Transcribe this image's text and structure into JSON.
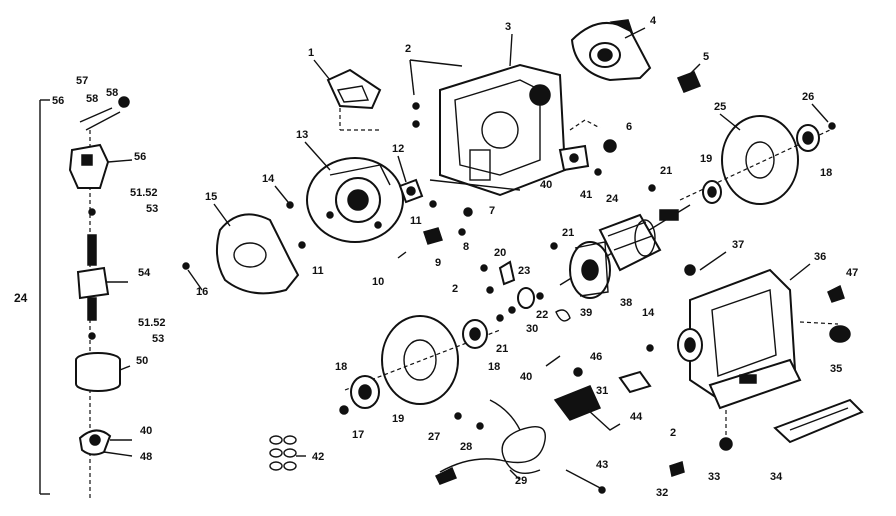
{
  "callouts": [
    {
      "id": "c1",
      "text": "1"
    },
    {
      "id": "c2a",
      "text": "2"
    },
    {
      "id": "c3",
      "text": "3"
    },
    {
      "id": "c4",
      "text": "4"
    },
    {
      "id": "c5",
      "text": "5"
    },
    {
      "id": "c6",
      "text": "6"
    },
    {
      "id": "c7",
      "text": "7"
    },
    {
      "id": "c8",
      "text": "8"
    },
    {
      "id": "c9",
      "text": "9"
    },
    {
      "id": "c10",
      "text": "10"
    },
    {
      "id": "c11a",
      "text": "11"
    },
    {
      "id": "c11b",
      "text": "11"
    },
    {
      "id": "c12",
      "text": "12"
    },
    {
      "id": "c13",
      "text": "13"
    },
    {
      "id": "c14a",
      "text": "14"
    },
    {
      "id": "c14b",
      "text": "14"
    },
    {
      "id": "c15",
      "text": "15"
    },
    {
      "id": "c16",
      "text": "16"
    },
    {
      "id": "c17",
      "text": "17"
    },
    {
      "id": "c18a",
      "text": "18"
    },
    {
      "id": "c18b",
      "text": "18"
    },
    {
      "id": "c18c",
      "text": "18"
    },
    {
      "id": "c19a",
      "text": "19"
    },
    {
      "id": "c19b",
      "text": "19"
    },
    {
      "id": "c20",
      "text": "20"
    },
    {
      "id": "c21a",
      "text": "21"
    },
    {
      "id": "c21b",
      "text": "21"
    },
    {
      "id": "c21c",
      "text": "21"
    },
    {
      "id": "c22",
      "text": "22"
    },
    {
      "id": "c23",
      "text": "23"
    },
    {
      "id": "c24a",
      "text": "24"
    },
    {
      "id": "c24b",
      "text": "24"
    },
    {
      "id": "c25",
      "text": "25"
    },
    {
      "id": "c26",
      "text": "26"
    },
    {
      "id": "c27",
      "text": "27"
    },
    {
      "id": "c28",
      "text": "28"
    },
    {
      "id": "c29",
      "text": "29"
    },
    {
      "id": "c30",
      "text": "30"
    },
    {
      "id": "c31",
      "text": "31"
    },
    {
      "id": "c32",
      "text": "32"
    },
    {
      "id": "c33",
      "text": "33"
    },
    {
      "id": "c34",
      "text": "34"
    },
    {
      "id": "c35",
      "text": "35"
    },
    {
      "id": "c36",
      "text": "36"
    },
    {
      "id": "c37",
      "text": "37"
    },
    {
      "id": "c38",
      "text": "38"
    },
    {
      "id": "c39",
      "text": "39"
    },
    {
      "id": "c40a",
      "text": "40"
    },
    {
      "id": "c40b",
      "text": "40"
    },
    {
      "id": "c40c",
      "text": "40"
    },
    {
      "id": "c41",
      "text": "41"
    },
    {
      "id": "c42",
      "text": "42"
    },
    {
      "id": "c43",
      "text": "43"
    },
    {
      "id": "c44",
      "text": "44"
    },
    {
      "id": "c46",
      "text": "46"
    },
    {
      "id": "c47",
      "text": "47"
    },
    {
      "id": "c48",
      "text": "48"
    },
    {
      "id": "c50",
      "text": "50"
    },
    {
      "id": "c5152a",
      "text": "51.52"
    },
    {
      "id": "c53a",
      "text": "53"
    },
    {
      "id": "c5152b",
      "text": "51.52"
    },
    {
      "id": "c53b",
      "text": "53"
    },
    {
      "id": "c54",
      "text": "54"
    },
    {
      "id": "c56a",
      "text": "56"
    },
    {
      "id": "c56b",
      "text": "56"
    },
    {
      "id": "c57",
      "text": "57"
    },
    {
      "id": "c58a",
      "text": "58"
    },
    {
      "id": "c58b",
      "text": "58"
    },
    {
      "id": "c2b",
      "text": "2"
    },
    {
      "id": "c2c",
      "text": "2"
    }
  ]
}
